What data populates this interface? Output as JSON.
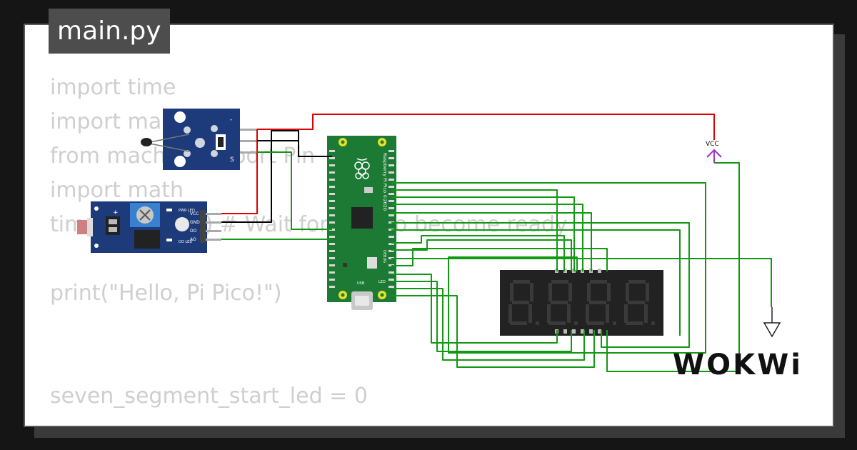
{
  "tab": {
    "title": "main.py"
  },
  "code_lines": [
    "import time",
    "import machine",
    "from machine import Pin",
    "import math",
    "time.sleep(0.1) # Wait for USB to become ready",
    "",
    "print(\"Hello, Pi Pico!\")",
    "",
    "",
    "",
    "seven_segment_start_led = 0"
  ],
  "board": {
    "name_vertical": "Raspberry Pi Pico ©2020",
    "debug_label": "DEBUG",
    "usb_label": "USB",
    "led_label": "LED"
  },
  "ldr_module": {
    "pins": [
      "VCC",
      "GND",
      "DO",
      "AO"
    ],
    "pwr_led_label": "PWR LED",
    "do_led_label": "DO LED"
  },
  "ntc_module": {
    "pins": [
      "-",
      "",
      "S"
    ]
  },
  "vcc_label": "VCC",
  "display": {
    "digits": 4
  },
  "brand": {
    "logo": "WOKWi"
  },
  "colors": {
    "wire_green": "#119911",
    "wire_red": "#dd0000",
    "wire_black": "#000000",
    "pcb_blue": "#1d3a7a",
    "pico_green": "#1c7a35"
  }
}
